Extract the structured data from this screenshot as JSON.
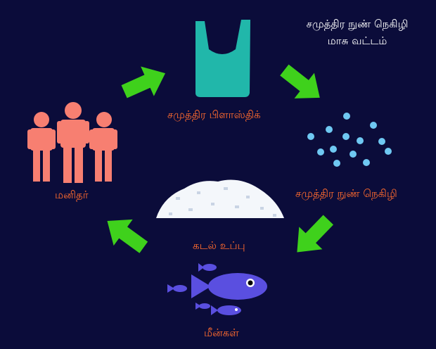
{
  "title": {
    "line1": "சமுத்திர நுண் நெகிழி",
    "line2": "மாசு வட்டம்"
  },
  "nodes": {
    "plastic": "சமுத்திர பிளாஸ்திக்",
    "microplastic": "சமுத்திர நுண் நெகிழி",
    "fish": "மீன்கள்",
    "salt": "கடல் உப்பு",
    "humans": "மனிதர்"
  },
  "colors": {
    "background": "#0b0c3a",
    "label": "#ff6b2e",
    "title": "#ffffff",
    "arrow": "#3fd11c",
    "bag": "#21b7aa",
    "bead": "#6fc8f2",
    "fish": "#5a4fe0",
    "people": "#f77f71",
    "salt": "#f4f7fb"
  },
  "icons": [
    "plastic-bag-icon",
    "microplastic-beads-icon",
    "fish-school-icon",
    "salt-pile-icon",
    "people-icon"
  ]
}
